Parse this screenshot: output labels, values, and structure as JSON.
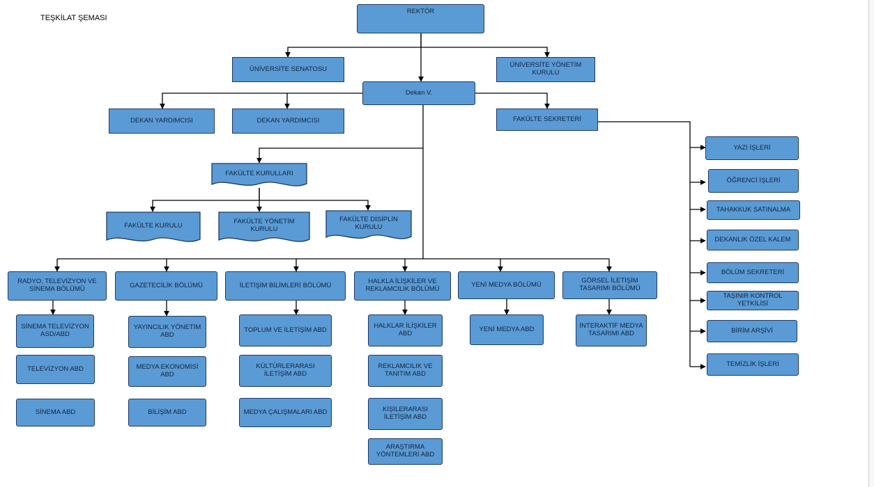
{
  "title": "TEŞKİLAT ŞEMASI",
  "colors": {
    "box_fill": "#5b9bd5",
    "box_border": "#1f3864",
    "line": "#000000"
  },
  "nodes": {
    "rektor": "REKTÖR",
    "senato": "ÜNİVERSİTE SENATOSU",
    "yonetim": "ÜNİVERSİTE YÖNETİM KURULU",
    "dekan": "Dekan V.",
    "dekan_yrd_1": "DEKAN YARDIMCISI",
    "dekan_yrd_2": "DEKAN YARDIMCISI",
    "fakulte_sekreteri": "FAKÜLTE SEKRETERİ",
    "fakulte_kurullari": "FAKÜLTE KURULLARI",
    "fakulte_kurulu": "FAKÜLTE KURULU",
    "fakulte_yonetim_kurulu": "FAKÜLTE YÖNETİM KURULU",
    "fakulte_disiplin_kurulu": "FAKÜLTE DİSİPLİN KURULU",
    "bolum_radyo": "RADYO, TELEVİZYON VE SİNEMA BÖLÜMÜ",
    "bolum_gazetecilik": "GAZETECİLİK BÖLÜMÜ",
    "bolum_iletisim": "İLETİŞİM BİLİMLERİ BÖLÜMÜ",
    "bolum_halkla": "HALKLA İLİŞKİLER VE REKLAMCILIK BÖLÜMÜ",
    "bolum_yeni_medya": "YENİ MEDYA BÖLÜMÜ",
    "bolum_gorsel": "GÖRSEL İLETİŞİM TASARIMI BÖLÜMÜ",
    "abd_sinema_tv": "SİNEMA TELEVİZYON ASD/ABD",
    "abd_televizyon": "TELEVİZYON ABD",
    "abd_sinema": "SİNEMA ABD",
    "abd_yayincilik": "YAYINCILIK YÖNETİM ABD",
    "abd_medya_ekonomisi": "MEDYA EKONOMİSİ ABD",
    "abd_bilisim": "BİLİŞİM ABD",
    "abd_toplum": "TOPLUM VE İLETİŞİM ABD",
    "abd_kulturlerarasi": "KÜLTÜRLERARASI İLETİŞİM ABD",
    "abd_medya_calismalari": "MEDYA ÇALIŞMALARI ABD",
    "abd_halklar": "HALKLAR İLİŞKİLER ABD",
    "abd_reklamcilik": "REKLAMCILIK VE TANITIM ABD",
    "abd_kisilerarasi": "KİŞİLERARASI İLETİŞİM ABD",
    "abd_arastirma": "ARAŞTIRMA YÖNTEMLERİ ABD",
    "abd_yeni_medya": "YENİ MEDYA ABD",
    "abd_interaktif": "İNTERAKTİF MEDYA TASARIMI ABD",
    "yazi_isleri": "YAZI İŞLERİ",
    "ogrenci_isleri": "ÖĞRENCİ İŞLERİ",
    "tahakkuk": "TAHAKKUK SATINALMA",
    "dekanlik_ozel_kalem": "DEKANLIK ÖZEL KALEM",
    "bolum_sekreteri": "BÖLÜM SEKRETERİ",
    "tasinir": "TAŞINIR KONTROL YETKİLİSİ",
    "birim_arsivi": "BİRİM ARŞİVİ",
    "temizlik": "TEMİZLİK İŞLERİ"
  }
}
